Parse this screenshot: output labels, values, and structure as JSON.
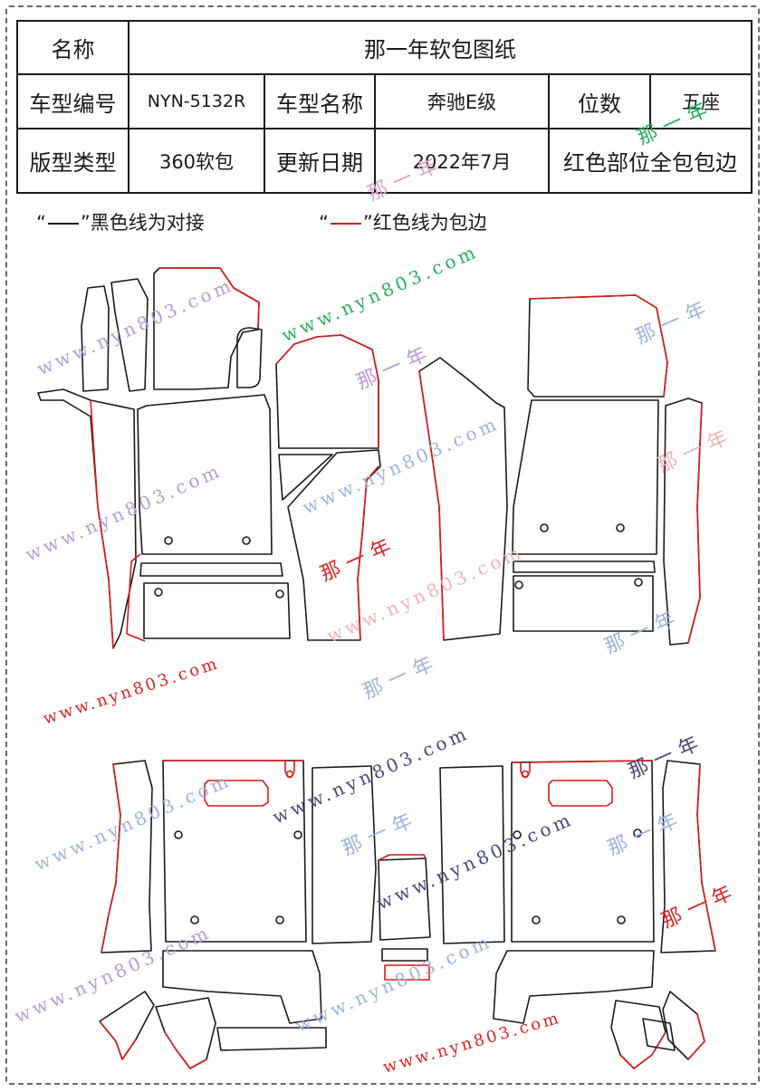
{
  "header": {
    "name_label": "名称",
    "name_value": "那一年软包图纸",
    "model_code_label": "车型编号",
    "model_code_value": "NYN-5132R",
    "model_name_label": "车型名称",
    "model_name_value": "奔驰E级",
    "seats_label": "位数",
    "seats_value": "五座",
    "pattern_type_label": "版型类型",
    "pattern_type_value": "360软包",
    "update_date_label": "更新日期",
    "update_date_value": "2022年7月",
    "note": "红色部位全包包边"
  },
  "legend": {
    "black_open": "“",
    "black_close": "”",
    "black_text": "黑色线为对接",
    "red_open": "“",
    "red_close": "”",
    "red_text": "红色线为包边"
  },
  "watermarks": {
    "url": "www.nyn803.com",
    "cn": "那一年"
  },
  "colors": {
    "black_line": "#1a1a1a",
    "red_line": "#e01818",
    "wm_purple": "#b79ad8",
    "wm_blue": "#9ab4e0",
    "wm_green": "#2ab05a",
    "wm_red": "#e02020",
    "wm_pink": "#f0b4b4",
    "wm_dark": "#444a7a"
  }
}
